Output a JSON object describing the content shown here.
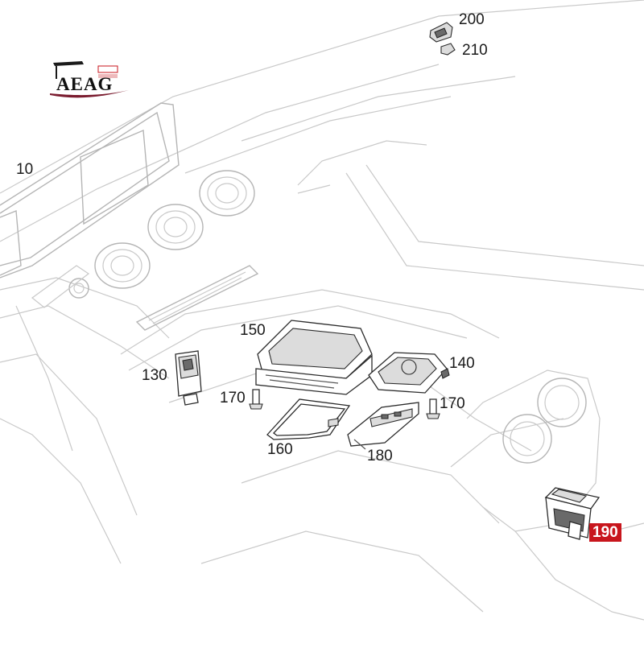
{
  "logo": {
    "text": "AEAG"
  },
  "callouts": [
    {
      "id": "label-10",
      "text": "10"
    },
    {
      "id": "label-130",
      "text": "130"
    },
    {
      "id": "label-140",
      "text": "140"
    },
    {
      "id": "label-150",
      "text": "150"
    },
    {
      "id": "label-160",
      "text": "160"
    },
    {
      "id": "label-170-left",
      "text": "170"
    },
    {
      "id": "label-170-right",
      "text": "170"
    },
    {
      "id": "label-180",
      "text": "180"
    },
    {
      "id": "label-190",
      "text": "190"
    },
    {
      "id": "label-200",
      "text": "200"
    },
    {
      "id": "label-210",
      "text": "210"
    }
  ],
  "highlight": {
    "part": "190",
    "color": "#c8161d"
  }
}
